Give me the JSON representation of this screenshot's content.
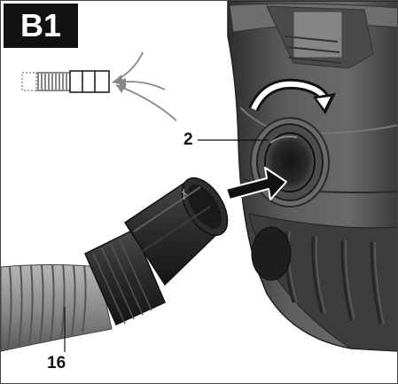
{
  "figure": {
    "badge_label": "B1",
    "callouts": {
      "port": "2",
      "hose": "16"
    }
  },
  "icons": {
    "rotate_arrow": "curved-arrow-icon",
    "push_arrow": "push-arrow-icon",
    "airflow": "airflow-arrows-icon"
  },
  "colors": {
    "badge_bg": "#111111",
    "housing_dark": "#3a3a3a",
    "housing_mid": "#5b5b5b",
    "hose_grey": "#8a8a8a"
  }
}
